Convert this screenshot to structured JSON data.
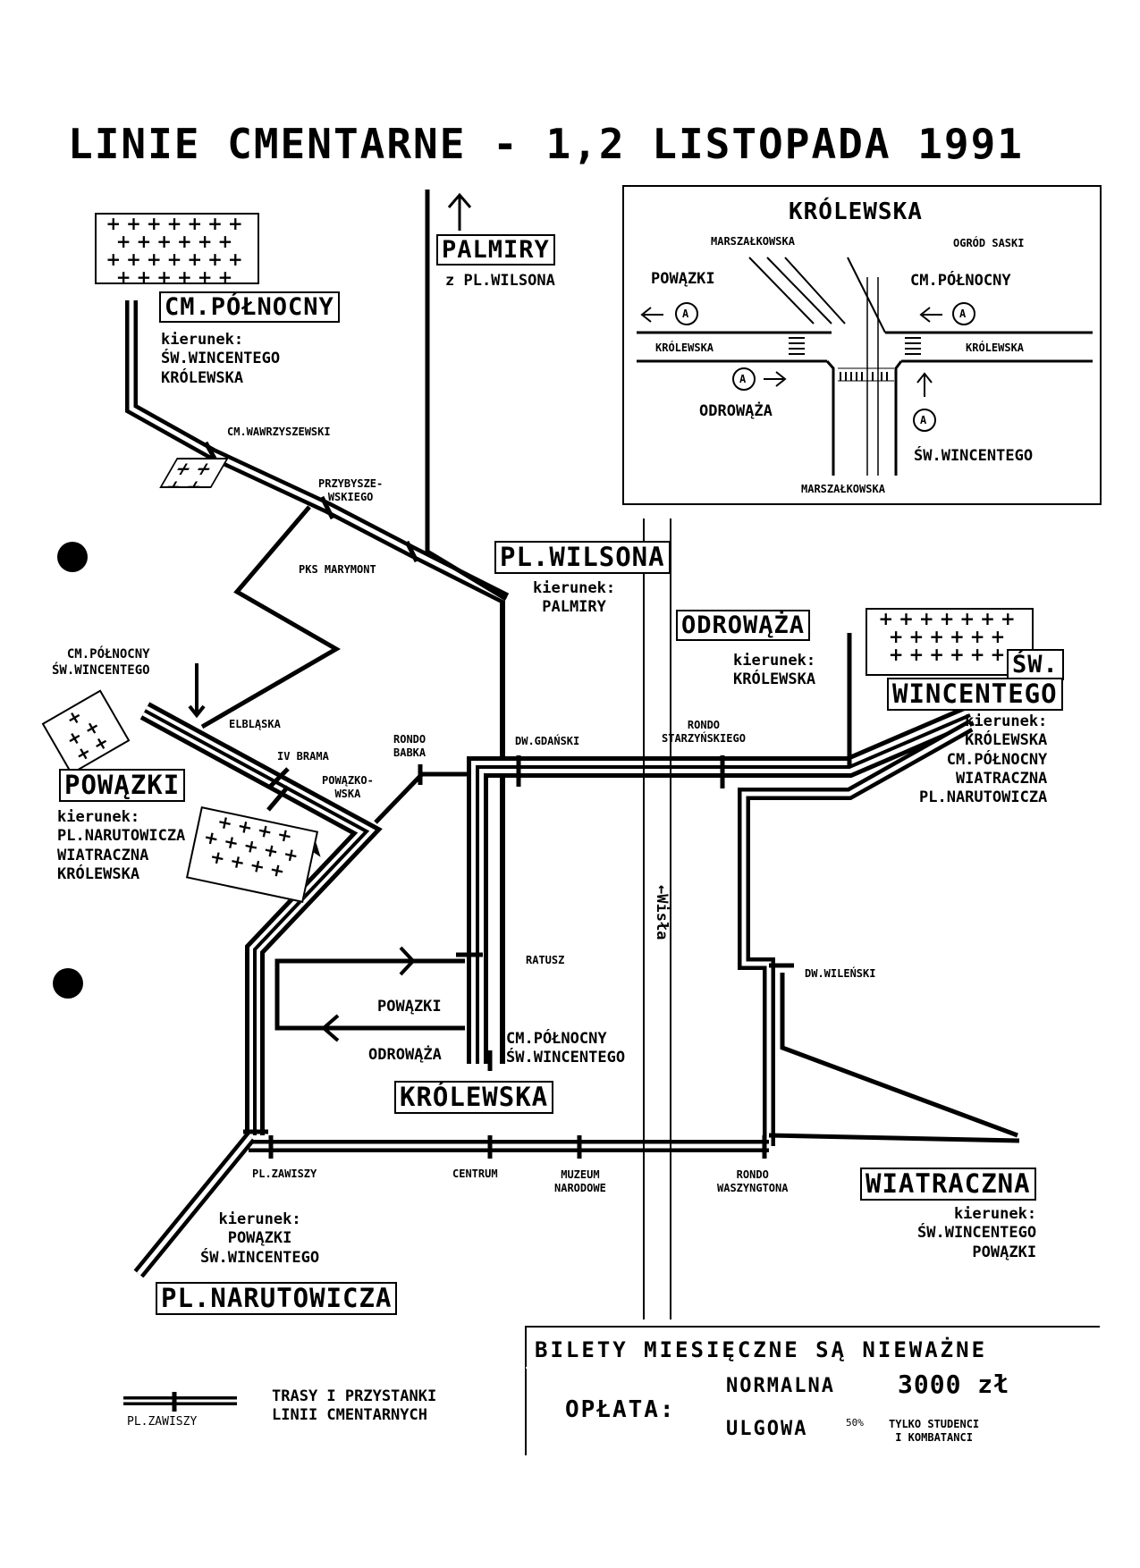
{
  "title": "LINIE CMENTARNE - 1,2 LISTOPADA 1991",
  "cemetery_icon": "cross-pattern",
  "terminals": {
    "cm_polnocny": {
      "name": "CM.PÓŁNOCNY",
      "direction": "kierunek:\nŚW.WINCENTEGO\nKRÓLEWSKA"
    },
    "palmiry": {
      "name": "PALMIRY",
      "sub": "z PL.WILSONA"
    },
    "pl_wilsona": {
      "name": "PL.WILSONA",
      "direction": "kierunek:\nPALMIRY"
    },
    "odrowaza": {
      "name": "ODROWĄŻA",
      "direction": "kierunek:\nKRÓLEWSKA"
    },
    "sw_wincentego": {
      "name_top": "ŚW.",
      "name": "WINCENTEGO",
      "direction": "kierunek:\nKRÓLEWSKA\nCM.PÓŁNOCNY\nWIATRACZNA\nPL.NARUTOWICZA"
    },
    "powazki": {
      "name": "POWĄZKI",
      "direction": "kierunek:\nPL.NARUTOWICZA\nWIATRACZNA\nKRÓLEWSKA"
    },
    "krolewska": {
      "name": "KRÓLEWSKA"
    },
    "wiatraczna": {
      "name": "WIATRACZNA",
      "direction": "kierunek:\nŚW.WINCENTEGO\nPOWĄZKI"
    },
    "pl_narutowicza": {
      "name": "PL.NARUTOWICZA",
      "direction": "kierunek:\nPOWĄZKI\nŚW.WINCENTEGO"
    }
  },
  "stops": {
    "cm_wawrzyszewski": "CM.WAWRZYSZEWSKI",
    "przybyszewskiego": "PRZYBYSZE-\nWSKIEGO",
    "pks_marymont": "PKS MARYMONT",
    "cm_pol_sw_win": "CM.PÓŁNOCNY\nŚW.WINCENTEGO",
    "elblaska": "ELBLĄSKA",
    "iv_brama": "IV BRAMA",
    "rondo_babka": "RONDO\nBABKA",
    "powazkowska": "POWĄZKO-\nWSKA",
    "dw_gdanski": "DW.GDAŃSKI",
    "rondo_starzynskiego": "RONDO\nSTARZYŃSKIEGO",
    "ratusz": "RATUSZ",
    "powazki_small": "POWĄZKI",
    "odrowaza_small": "ODROWĄŻA",
    "cm_pol_sw_win_2": "CM.PÓŁNOCNY\nŚW.WINCENTEGO",
    "dw_wilenski": "DW.WILEŃSKI",
    "pl_zawiszy": "PL.ZAWISZY",
    "centrum": "CENTRUM",
    "muzeum": "MUZEUM\nNARODOWE",
    "rondo_waszyngtona": "RONDO\nWASZYNGTONA"
  },
  "river": "←Wisła",
  "inset": {
    "title": "KRÓLEWSKA",
    "marszalkowska_top": "MARSZAŁKOWSKA",
    "ogrod_saski": "OGRÓD SASKI",
    "powazki": "POWĄZKI",
    "cm_polnocny": "CM.PÓŁNOCNY",
    "krolewska_left": "KRÓLEWSKA",
    "krolewska_right": "KRÓLEWSKA",
    "odrowaza": "ODROWĄŻA",
    "sw_wincentego": "ŚW.WINCENTEGO",
    "marszalkowska_bottom": "MARSZAŁKOWSKA",
    "stop_symbol": "A"
  },
  "legend": {
    "stop_label": "PL.ZAWISZY",
    "text": "TRASY I PRZYSTANKI\nLINII CMENTARNYCH"
  },
  "fare": {
    "heading": "BILETY MIESIĘCZNE SĄ NIEWAŻNE",
    "label": "OPŁATA:",
    "normal_label": "NORMALNA",
    "normal_price": "3000 zł",
    "reduced_label": "ULGOWA",
    "reduced_pct": "50%",
    "reduced_note": "TYLKO STUDENCI\nI KOMBATANCI"
  }
}
